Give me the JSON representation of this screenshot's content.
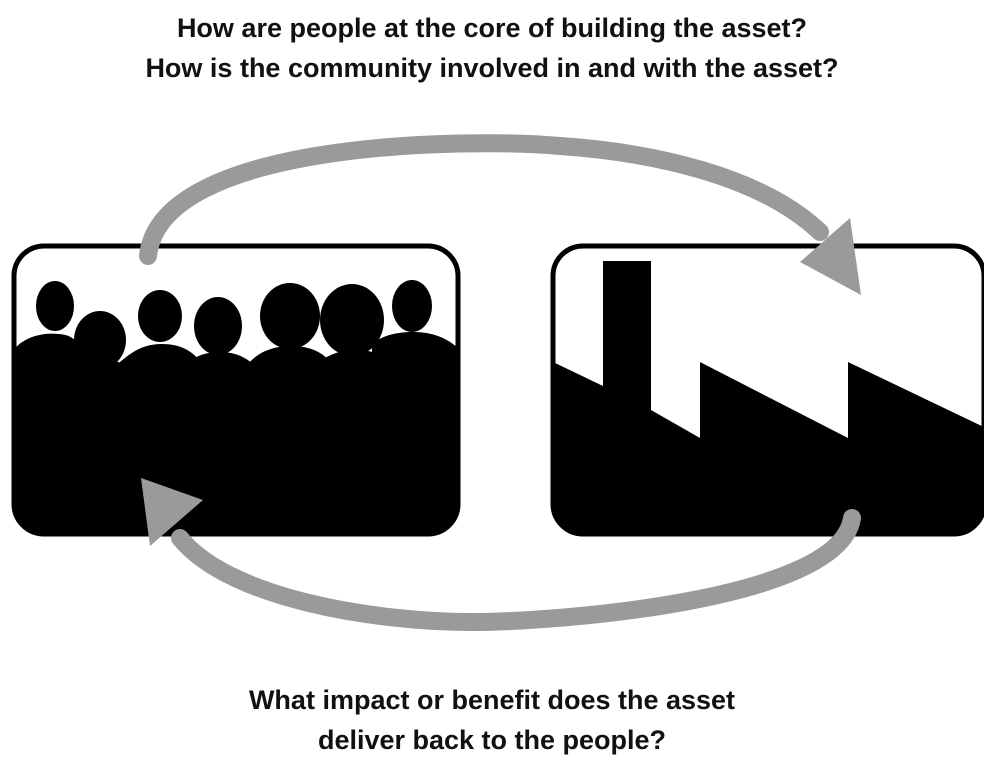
{
  "top_question": {
    "line1": "How are people at the core of building the asset?",
    "line2": "How is the community involved in and with the asset?"
  },
  "bottom_question": {
    "line1": "What impact or benefit does the asset",
    "line2": "deliver back to the people?"
  },
  "colors": {
    "arrow": "#9a9a9c",
    "silhouette": "#000000",
    "panel_border": "#000000",
    "background": "#ffffff"
  },
  "panels": [
    {
      "name": "people-panel",
      "icon": "people-silhouette-icon"
    },
    {
      "name": "asset-panel",
      "icon": "factory-silhouette-icon"
    }
  ],
  "arrows": [
    {
      "name": "arrow-people-to-asset",
      "from": "people-panel",
      "to": "asset-panel"
    },
    {
      "name": "arrow-asset-to-people",
      "from": "asset-panel",
      "to": "people-panel"
    }
  ]
}
